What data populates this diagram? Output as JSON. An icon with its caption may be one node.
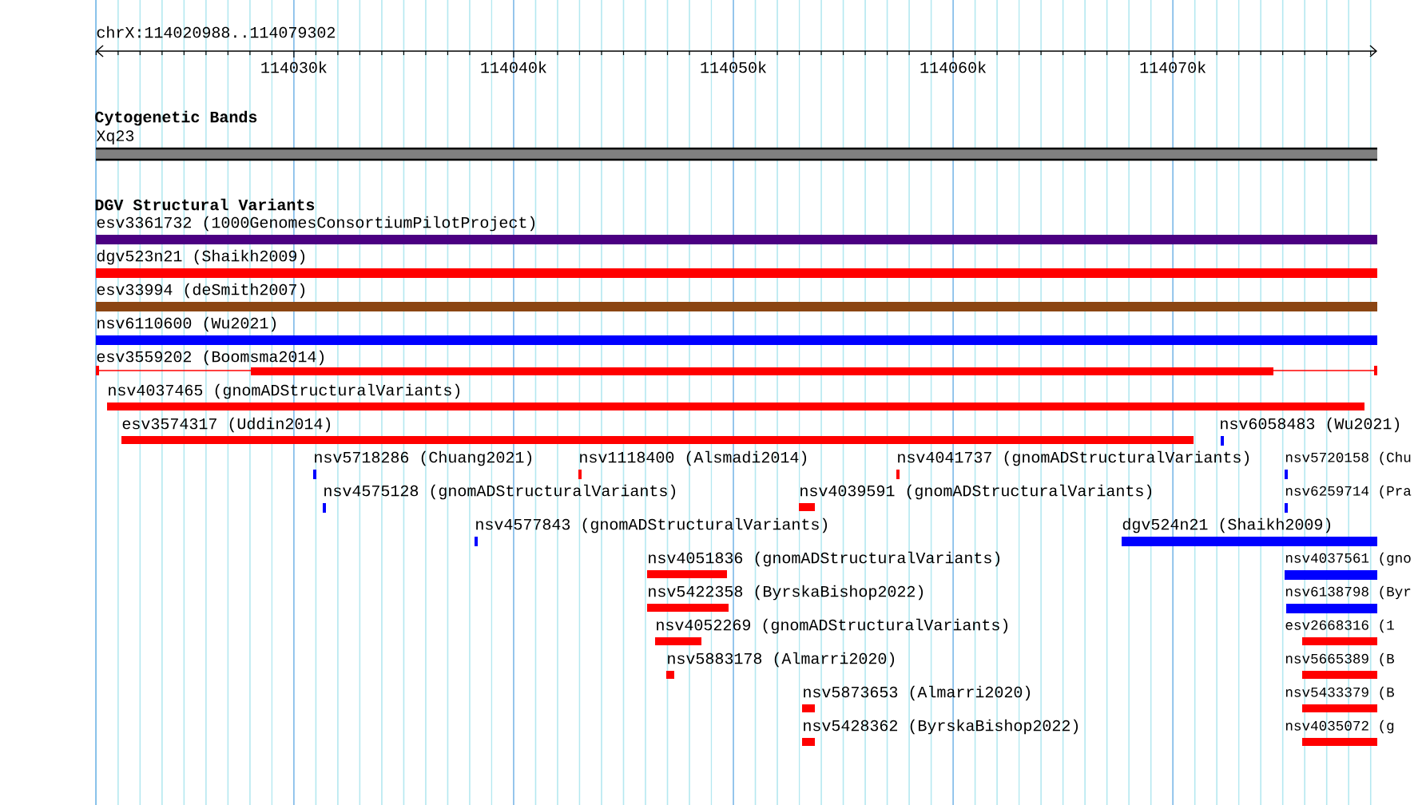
{
  "diagram": {
    "nodes": [
      {
        "text": [
          "Xq23"
        ]
      },
      {
        "text": [
          "esv3361732 (1000GenomesConsortiumPilotProject)"
        ]
      },
      {
        "text": [
          "dgv523n21 (Shaikh2009)"
        ]
      },
      {
        "text": [
          "esv33994 (deSmith2007)"
        ]
      },
      {
        "text": [
          "nsv6110600 (Wu2021)"
        ]
      },
      {
        "text": [
          "esv3559202 (Boomsma2014)"
        ]
      },
      {
        "text": [
          "nsv4037465 (gnomADStructuralVariants)"
        ]
      },
      {
        "text": [
          "esv3574317 (Uddin2014)"
        ]
      },
      {
        "text": [
          "nsv6058483 (Wu2021)"
        ]
      },
      {
        "text": [
          "nsv5718286 (Chuang2021)"
        ]
      },
      {
        "text": [
          "nsv1118400 (Alsmadi2014)"
        ]
      },
      {
        "text": [
          "nsv4041737 (gnomADStructuralVariants)"
        ]
      },
      {
        "text": [
          "nsv5720158 (Chu"
        ]
      },
      {
        "text": [
          "nsv4575128 (gnomADStructuralVariants)"
        ]
      },
      {
        "text": [
          "nsv4039591 (gnomADStructuralVariants)"
        ]
      },
      {
        "text": [
          "nsv6259714 (Pra"
        ]
      },
      {
        "text": [
          "nsv4577843 (gnomADStructuralVariants)"
        ]
      },
      {
        "text": [
          "dgv524n21 (Shaikh2009)"
        ]
      },
      {
        "text": [
          "nsv4051836 (gnomADStructuralVariants)"
        ]
      },
      {
        "text": [
          "nsv4037561 (gno"
        ]
      },
      {
        "text": [
          "nsv5422358 (ByrskaBishop2022)"
        ]
      },
      {
        "text": [
          "nsv6138798 (Byr"
        ]
      },
      {
        "text": [
          "nsv4052269 (gnomADStructuralVariants)"
        ]
      },
      {
        "text": [
          "esv2668316 (1"
        ]
      },
      {
        "text": [
          "nsv5883178 (Almarri2020)"
        ]
      },
      {
        "text": [
          "nsv5665389 (B"
        ]
      },
      {
        "text": [
          "nsv5873653 (Almarri2020)"
        ]
      },
      {
        "text": [
          "nsv5433379 (B"
        ]
      },
      {
        "text": [
          "nsv5428362 (ByrskaBishop2022)"
        ]
      },
      {
        "text": [
          "nsv4035072 (g"
        ]
      }
    ],
    "labels": [
      "chrX:114020988..114079302",
      "114030k",
      "114040k",
      "114050k",
      "114060k",
      "114070k",
      "Cytogenetic Bands",
      "DGV Structural Variants"
    ]
  }
}
